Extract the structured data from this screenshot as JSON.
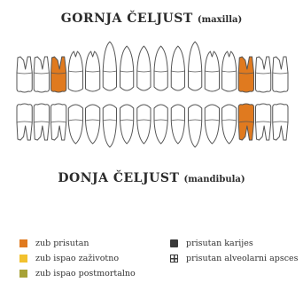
{
  "upper_jaw": {
    "title": "GORNJA ČELJUST",
    "subtitle": "(maxilla)"
  },
  "lower_jaw": {
    "title": "DONJA ČELJUST",
    "subtitle": "(mandibula)"
  },
  "teeth": {
    "upper": [
      "empty",
      "empty",
      "orange",
      "empty",
      "empty",
      "empty",
      "empty",
      "empty",
      "empty",
      "empty",
      "empty",
      "empty",
      "empty",
      "orange",
      "empty",
      "empty"
    ],
    "lower": [
      "empty",
      "empty",
      "empty",
      "empty",
      "empty",
      "empty",
      "empty",
      "empty",
      "empty",
      "empty",
      "empty",
      "empty",
      "empty",
      "orange",
      "empty",
      "empty"
    ]
  },
  "legend": {
    "present": {
      "label": "zub prisutan",
      "color": "#e07a1f"
    },
    "lost_antemortem": {
      "label": "zub ispao zaživotno",
      "color": "#f2c12e"
    },
    "lost_postmortem": {
      "label": "zub ispao postmortalno",
      "color": "#a7a237"
    },
    "caries": {
      "label": "prisutan karijes",
      "color": "#3a3a3a"
    },
    "abscess": {
      "label": "prisutan alveolarni apsces"
    }
  },
  "colors": {
    "outline": "#555555",
    "tooth_fill": "#ffffff",
    "orange": "#e07a1f"
  }
}
